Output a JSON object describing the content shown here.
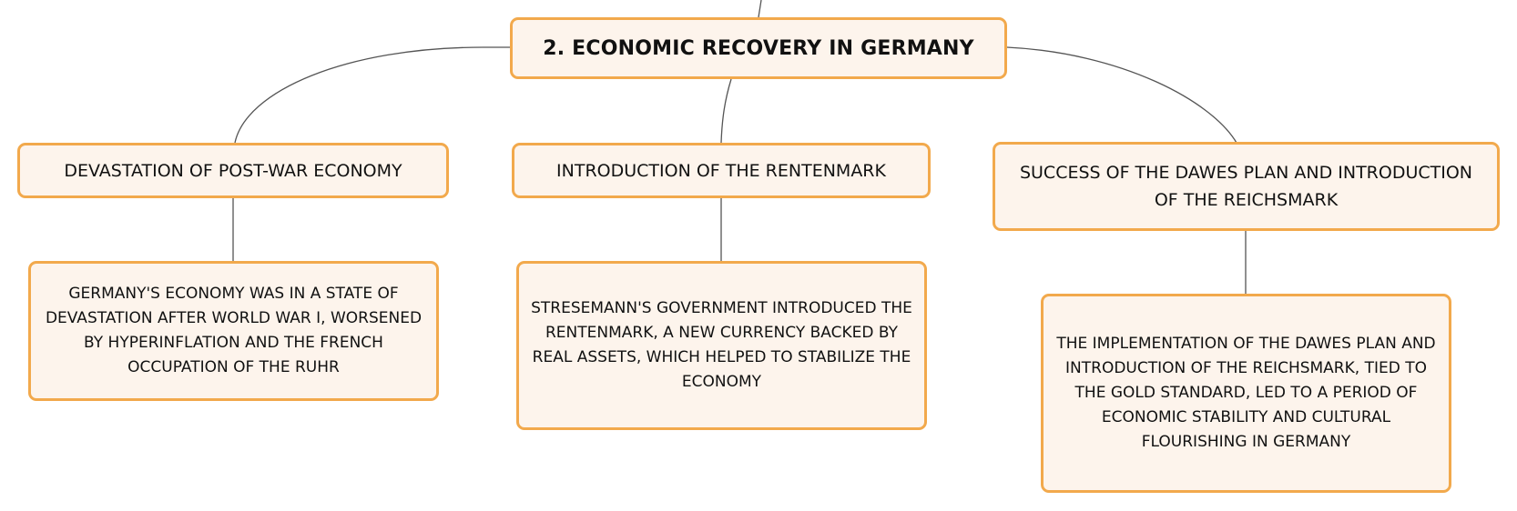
{
  "diagram": {
    "root": {
      "label": "2. ECONOMIC RECOVERY IN GERMANY"
    },
    "branches": [
      {
        "topic": "DEVASTATION OF POST-WAR ECONOMY",
        "detail": "GERMANY'S ECONOMY WAS IN A STATE OF DEVASTATION AFTER WORLD WAR I, WORSENED BY HYPERINFLATION AND THE FRENCH OCCUPATION OF THE RUHR"
      },
      {
        "topic": "INTRODUCTION OF THE RENTENMARK",
        "detail": "STRESEMANN'S GOVERNMENT INTRODUCED THE RENTENMARK, A NEW CURRENCY BACKED BY REAL ASSETS, WHICH HELPED TO STABILIZE THE ECONOMY"
      },
      {
        "topic": "SUCCESS OF THE DAWES PLAN AND INTRODUCTION OF THE REICHSMARK",
        "detail": "THE IMPLEMENTATION OF THE DAWES PLAN AND INTRODUCTION OF THE REICHSMARK, TIED TO THE GOLD STANDARD, LED TO A PERIOD OF ECONOMIC STABILITY AND CULTURAL FLOURISHING IN GERMANY"
      }
    ],
    "colors": {
      "node_fill": "#fdf4ec",
      "node_border": "#f2a94c",
      "connector": "#555555",
      "text": "#111111"
    }
  }
}
